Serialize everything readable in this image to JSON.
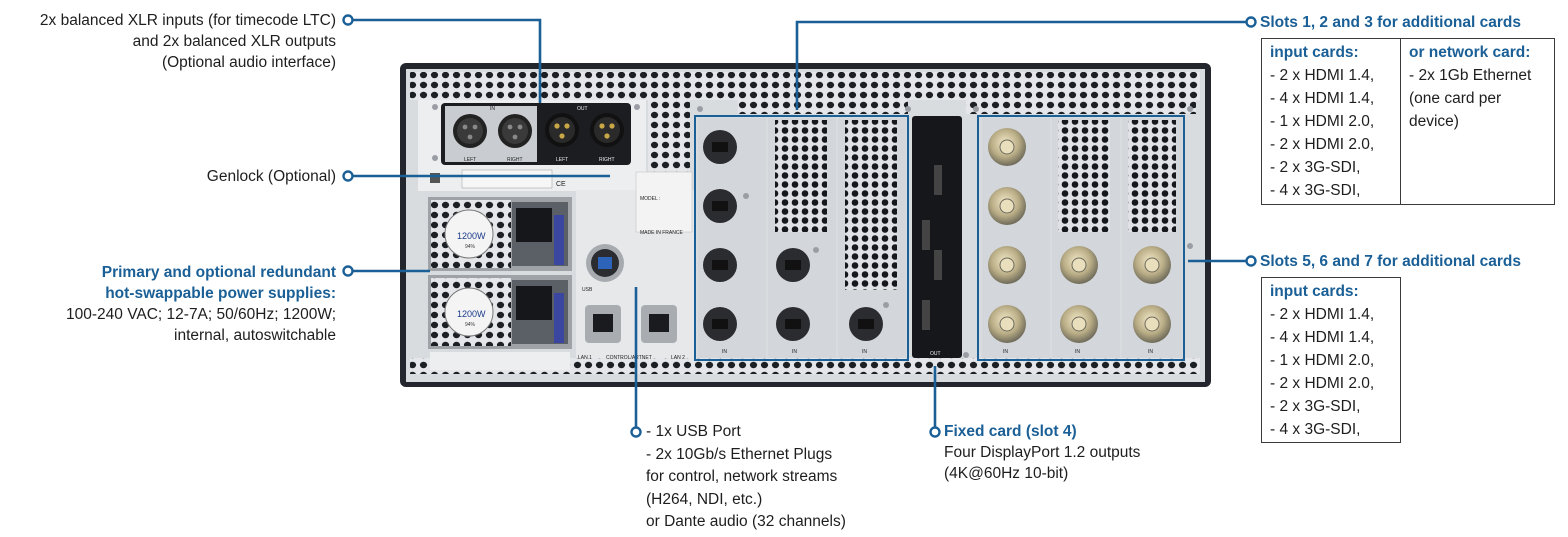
{
  "annotations": {
    "xlr": [
      "2x balanced XLR inputs (for timecode LTC)",
      "and 2x balanced XLR outputs",
      "(Optional audio interface)"
    ],
    "genlock": "Genlock (Optional)",
    "power": {
      "title_lines": [
        "Primary and optional redundant",
        "hot-swappable power supplies:"
      ],
      "detail_lines": [
        "100-240 VAC; 12-7A; 50/60Hz; 1200W;",
        "internal, autoswitchable"
      ]
    },
    "usb_lan": [
      "- 1x USB Port",
      "- 2x 10Gb/s Ethernet Plugs",
      "for control, network streams",
      "(H264, NDI, etc.)",
      "or Dante audio (32 channels)"
    ],
    "fixed": {
      "title": "Fixed card (slot 4)",
      "lines": [
        "Four DisplayPort 1.2 outputs",
        "(4K@60Hz 10-bit)"
      ]
    },
    "slots123": {
      "title": "Slots 1, 2 and 3 for additional cards",
      "input_head": "input cards:",
      "input_items": [
        "- 2 x HDMI 1.4,",
        "- 4 x HDMI 1.4,",
        "- 1 x HDMI 2.0,",
        "- 2 x HDMI 2.0,",
        "- 2 x 3G-SDI,",
        "- 4 x 3G-SDI,"
      ],
      "network_head": "or network card:",
      "network_lines": [
        "- 2x 1Gb Ethernet",
        "(one card per",
        "device)"
      ]
    },
    "slots567": {
      "title": "Slots 5, 6 and 7 for additional cards",
      "input_head": "input cards:",
      "input_items": [
        "- 2 x HDMI 1.4,",
        "- 4 x HDMI 1.4,",
        "- 1 x HDMI 2.0,",
        "- 2 x HDMI 2.0,",
        "- 2 x 3G-SDI,",
        "- 4 x 3G-SDI,"
      ]
    }
  },
  "device": {
    "xlr_in": "IN",
    "xlr_out": "OUT",
    "left": "LEFT",
    "right": "RIGHT",
    "psu_label": "1200W",
    "psu_eff": "94%",
    "usb": "USB",
    "lan1": "LAN 1",
    "control": "CONTROL/ARTNET",
    "lan2": "LAN 2",
    "made_in": "MADE IN FRANCE",
    "model": "MODEL :",
    "out": "OUT",
    "in": "IN",
    "ce": "CE"
  }
}
